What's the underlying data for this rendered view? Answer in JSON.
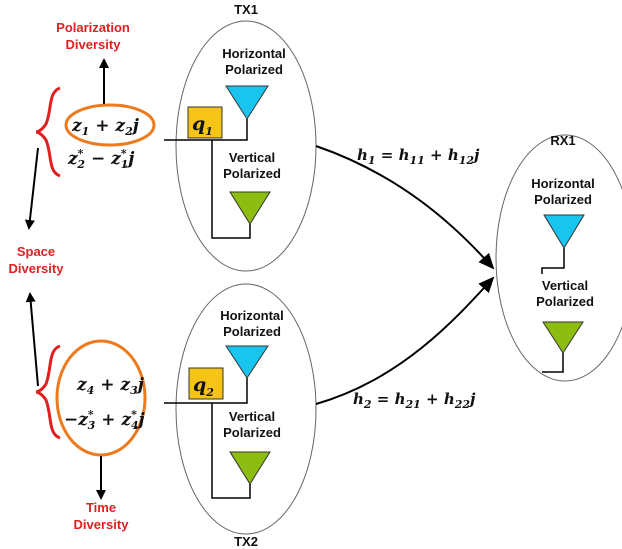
{
  "colors": {
    "horizontal_antenna": "#19c5ef",
    "vertical_antenna": "#8dbd10",
    "diversity_label": "#e02020",
    "symbol_ellipse": "#ee7a1e",
    "brace": "#e02020",
    "q_box": "#f6c416"
  },
  "tx1": {
    "label": "TX1",
    "horizontal_label_1": "Horizontal",
    "horizontal_label_2": "Polarized",
    "vertical_label_1": "Vertical",
    "vertical_label_2": "Polarized",
    "q_base": "q",
    "q_sub": "1"
  },
  "tx2": {
    "label": "TX2",
    "horizontal_label_1": "Horizontal",
    "horizontal_label_2": "Polarized",
    "vertical_label_1": "Vertical",
    "vertical_label_2": "Polarized",
    "q_base": "q",
    "q_sub": "2"
  },
  "rx1": {
    "label": "RX1",
    "horizontal_label_1": "Horizontal",
    "horizontal_label_2": "Polarized",
    "vertical_label_1": "Vertical",
    "vertical_label_2": "Polarized"
  },
  "diversity": {
    "polarization_1": "Polarization",
    "polarization_2": "Diversity",
    "space_1": "Space",
    "space_2": "Diversity",
    "time_1": "Time",
    "time_2": "Diversity"
  },
  "symbols": {
    "s1": {
      "a": "z",
      "a_sub": "1",
      "op": " + ",
      "b": "z",
      "b_sub": "2",
      "tail": "j"
    },
    "s2": {
      "a": "z",
      "a_sub": "2",
      "a_sup": "*",
      "op": " − ",
      "b": "z",
      "b_sub": "1",
      "b_sup": "*",
      "tail": "j"
    },
    "s3": {
      "a": "z",
      "a_sub": "4",
      "op": " + ",
      "b": "z",
      "b_sub": "3",
      "tail": "j"
    },
    "s4": {
      "lead": "−",
      "a": "z",
      "a_sub": "3",
      "a_sup": "*",
      "op": " + ",
      "b": "z",
      "b_sub": "4",
      "b_sup": "*",
      "tail": "j"
    }
  },
  "channels": {
    "h1": {
      "lhs": "h",
      "lhs_sub": "1",
      "eq": " = ",
      "t1": "h",
      "t1_sub": "11",
      "op": " + ",
      "t2": "h",
      "t2_sub": "12",
      "tail": "j"
    },
    "h2": {
      "lhs": "h",
      "lhs_sub": "2",
      "eq": " = ",
      "t1": "h",
      "t1_sub": "21",
      "op": " + ",
      "t2": "h",
      "t2_sub": "22",
      "tail": "j"
    }
  }
}
